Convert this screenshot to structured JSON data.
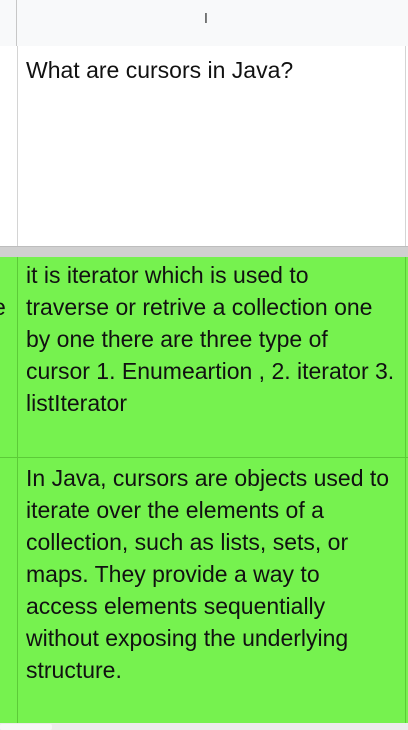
{
  "column_header": {
    "label": "I"
  },
  "rows": {
    "question": {
      "text": "What are cursors in Java?"
    },
    "answer": {
      "text": "it is iterator which is used to traverse or retrive a collection one by one  there are three type of cursor 1. Enumeartion , 2. iterator 3. listIterator"
    },
    "gpt_answer": {
      "text": "In Java, cursors are objects used to iterate over the elements of a collection, such as lists, sets, or maps. They provide a way to access elements sequentially without exposing the underlying structure."
    }
  },
  "left_fragment": {
    "text": "e"
  },
  "colors": {
    "highlight": "#76f24f",
    "grid": "#d4d4d4",
    "header": "#f8f9fa"
  }
}
